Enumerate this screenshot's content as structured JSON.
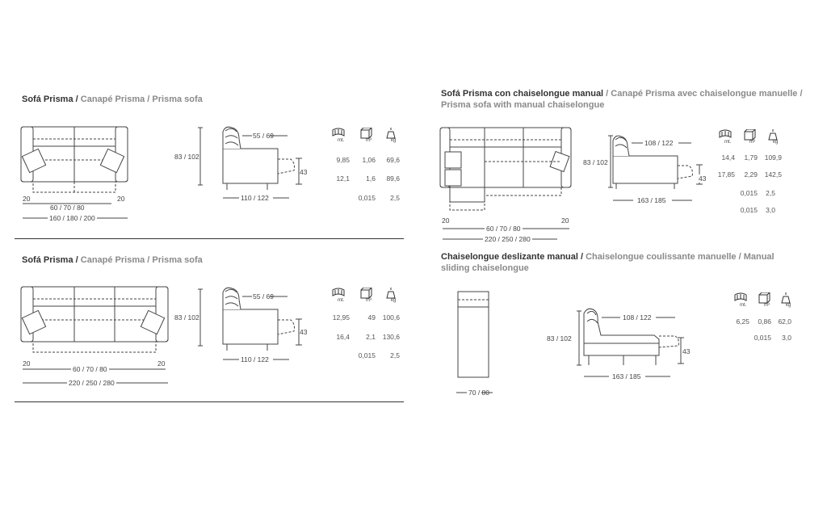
{
  "sections": {
    "s1": {
      "title_main": "Sofá Prisma /",
      "title_sub": " Canapé Prisma / Prisma sofa",
      "dims": {
        "arm_left": "20",
        "arm_right": "20",
        "seat": "60 / 70 / 80",
        "total": "160 / 180 / 200",
        "height": "83 / 102",
        "depth_top": "55 / 69",
        "seat_h": "43",
        "depth": "110 / 122"
      },
      "rows": [
        [
          "9,85",
          "1,06",
          "69,6"
        ],
        [
          "12,1",
          "1,6",
          "89,6"
        ],
        [
          "",
          "0,015",
          "2,5"
        ]
      ]
    },
    "s2": {
      "title_main": "Sofá Prisma /",
      "title_sub": " Canapé Prisma / Prisma sofa",
      "dims": {
        "arm_left": "20",
        "arm_right": "20",
        "seat": "60 / 70 / 80",
        "total": "220 / 250 / 280",
        "height": "83 / 102",
        "depth_top": "55 / 69",
        "seat_h": "43",
        "depth": "110 / 122"
      },
      "rows": [
        [
          "12,95",
          "49",
          "100,6"
        ],
        [
          "16,4",
          "2,1",
          "130,6"
        ],
        [
          "",
          "0,015",
          "2,5"
        ]
      ]
    },
    "s3": {
      "title_main": "Sofá Prisma con chaiselongue manual",
      "title_sub": "  / Canapé Prisma avec chaiselongue manuelle /",
      "title_line2": "Prisma sofa with manual chaiselongue",
      "dims": {
        "arm_left": "20",
        "arm_right": "20",
        "seat": "60 / 70 / 80",
        "total": "220 / 250 / 280",
        "height": "83 / 102",
        "depth_top": "108 / 122",
        "seat_h": "43",
        "depth": "163 / 185"
      },
      "rows": [
        [
          "14,4",
          "1,79",
          "109,9"
        ],
        [
          "17,85",
          "2,29",
          "142,5"
        ],
        [
          "",
          "0,015",
          "2,5"
        ],
        [
          "",
          "0,015",
          "3,0"
        ]
      ]
    },
    "s4": {
      "title_main": "Chaiselongue deslizante manual /",
      "title_sub": " Chaiselongue coulissante manuelle /  Manual",
      "title_line2": "sliding chaiselongue",
      "dims": {
        "width": "70 / 80",
        "height": "83 / 102",
        "depth_top": "108 / 122",
        "seat_h": "43",
        "depth": "163 / 185"
      },
      "rows": [
        [
          "6,25",
          "0,86",
          "62,0"
        ],
        [
          "",
          "0,015",
          "3,0"
        ]
      ]
    }
  },
  "icons": {
    "meters_unit": "mt.",
    "volume_unit": "m³",
    "weight_unit": "kg"
  }
}
